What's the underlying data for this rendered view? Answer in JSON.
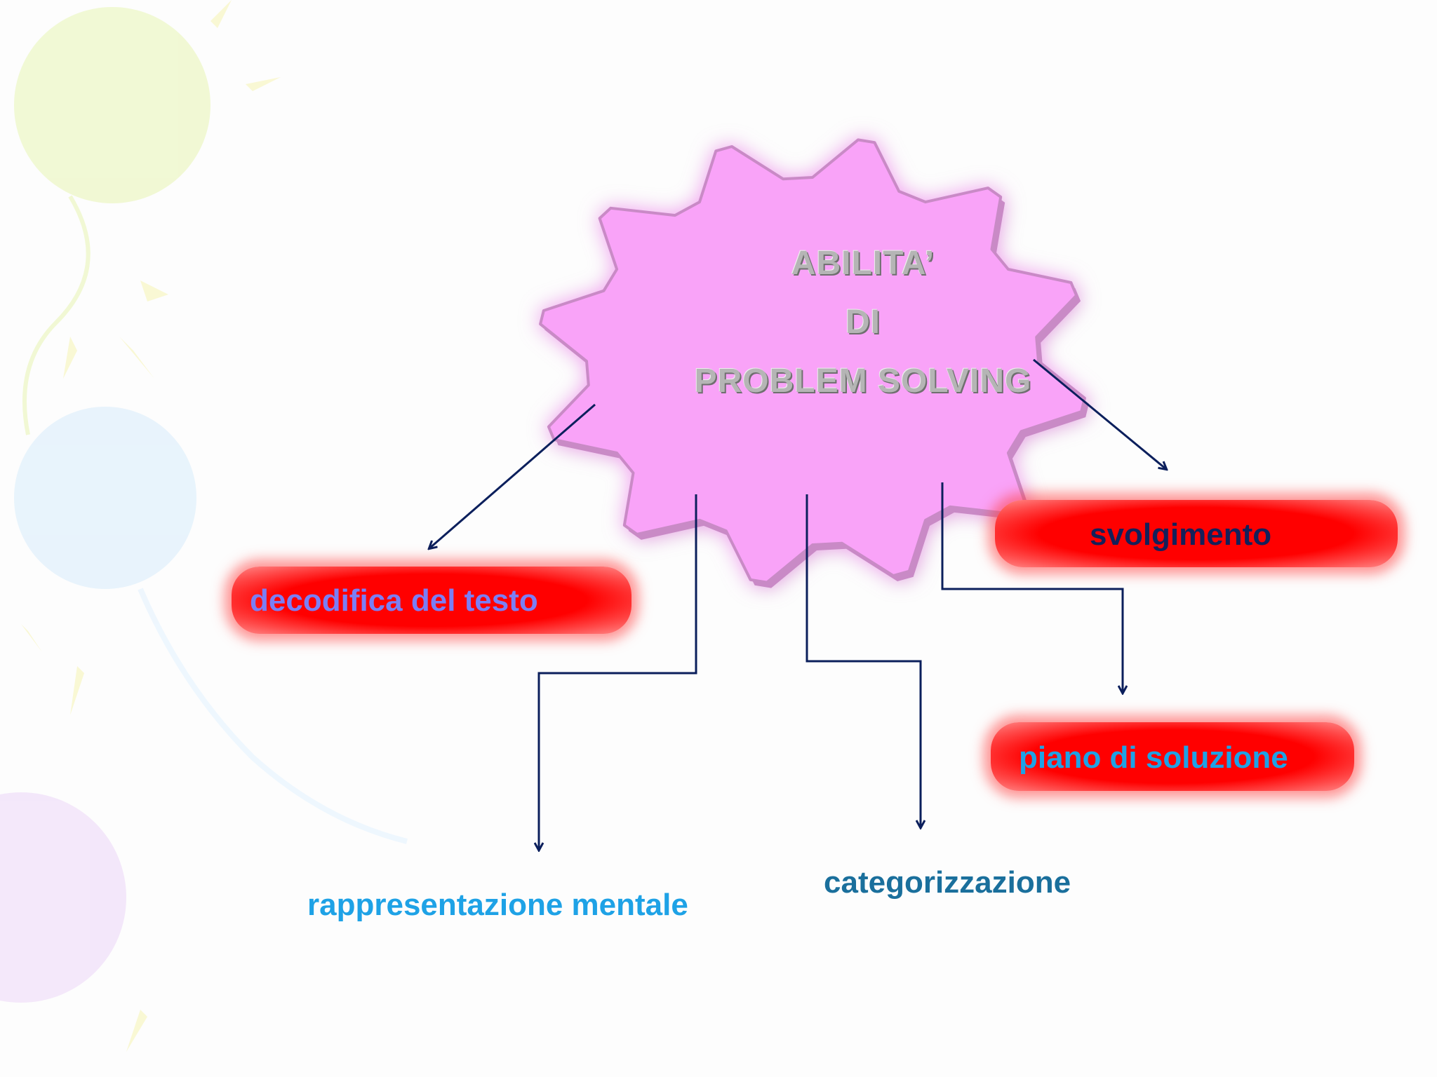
{
  "center": {
    "line1": "ABILITA’",
    "line2": "DI",
    "line3": "PROBLEM SOLVING"
  },
  "nodes": {
    "decodifica": "decodifica del testo",
    "svolgimento": "svolgimento",
    "piano": "piano di soluzione",
    "rappresentazione": "rappresentazione mentale",
    "categorizzazione": "categorizzazione"
  },
  "colors": {
    "gear_fill": "#f9a3f8",
    "gear_edge": "#c98ac6",
    "arrow": "#0b1f5c",
    "pill_red": "#ff0000",
    "text_light_blue": "#1ea2e6",
    "text_purple_blue": "#7b7ef5",
    "text_navy": "#14205a",
    "text_teal": "#1a6f9c"
  },
  "icons": [
    "gear-shape",
    "balloon-decoration"
  ]
}
